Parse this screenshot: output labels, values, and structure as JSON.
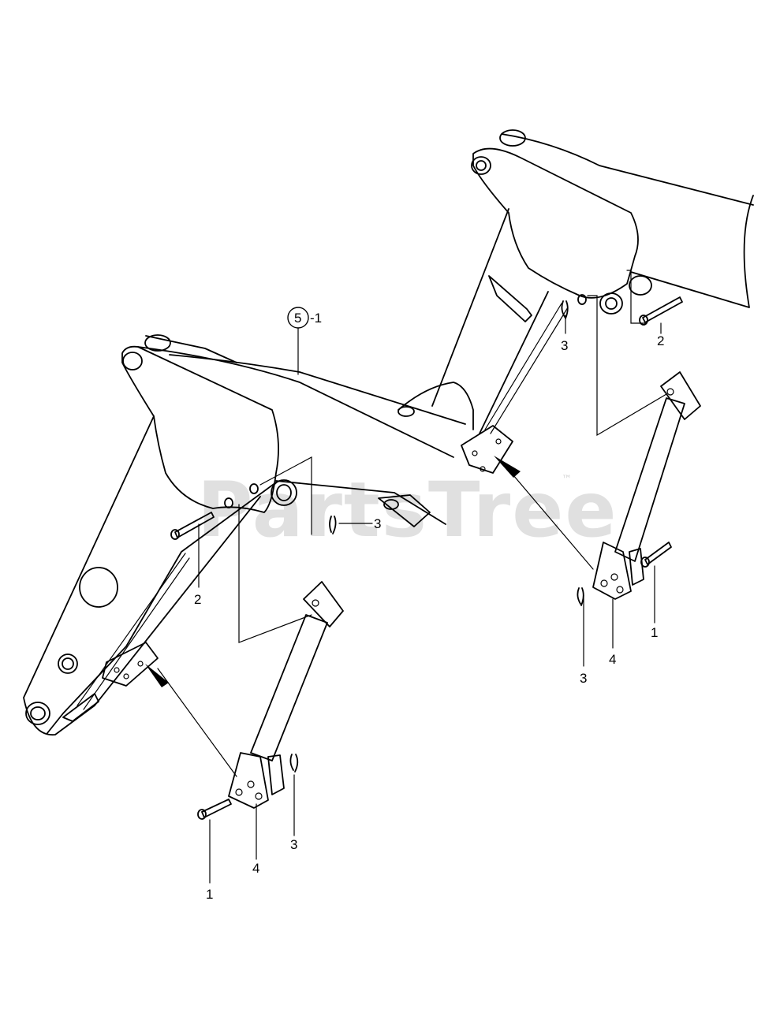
{
  "watermark": {
    "text": "PartsTree",
    "trademark": "™"
  },
  "callouts": {
    "assembly_ref": {
      "number": "5",
      "suffix": "-1"
    },
    "left_pin_upper": "2",
    "left_clip_upper": "3",
    "left_pin_lower": "1",
    "left_bracket": "4",
    "left_clip_lower": "3",
    "right_pin_upper": "2",
    "right_clip_upper": "3",
    "right_pin_lower": "1",
    "right_bracket": "4",
    "right_clip_lower": "3"
  },
  "colors": {
    "line": "#000000",
    "background": "#ffffff",
    "watermark": "#e0e0e0"
  }
}
